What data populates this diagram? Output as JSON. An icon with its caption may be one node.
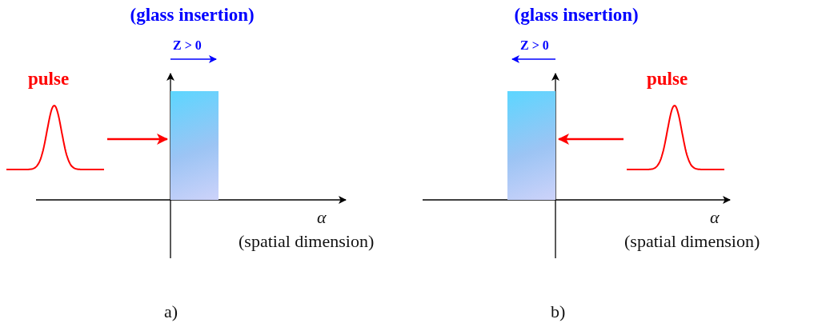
{
  "diagram": {
    "nodes": [
      {
        "text": [],
        "shape": "picture",
        "beside": [
          "pulse"
        ]
      },
      {
        "text": [],
        "shape": "box"
      },
      {
        "text": [],
        "shape": "box"
      },
      {
        "text": [],
        "shape": "picture",
        "beside": [
          "pulse"
        ]
      }
    ],
    "edges": [
      {
        "from": 0,
        "to": 1,
        "arrow": "to"
      },
      {
        "from": 3,
        "to": 2,
        "arrow": "to"
      }
    ],
    "labels": [
      "(glass insertion)",
      "(glass insertion)",
      "Z > 0",
      "Z > 0",
      "α",
      "(spatial dimension)",
      "α",
      "(spatial dimension)",
      "a)",
      "b)"
    ]
  }
}
